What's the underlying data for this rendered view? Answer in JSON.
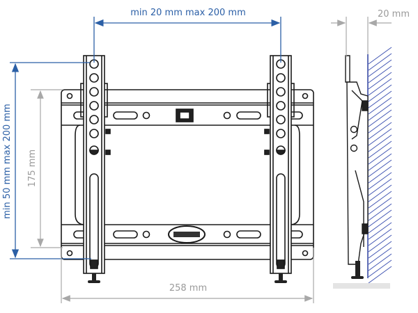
{
  "dimensions": {
    "horizontal_vesa": "min 20 mm max 200 mm",
    "vertical_vesa": "min 50 mm max 200 mm",
    "plate_height": "175 mm",
    "plate_width": "258 mm",
    "wall_distance": "20 mm"
  },
  "colors": {
    "dimension_blue": "#2b5fa6",
    "dimension_gray": "#a8a8a8",
    "line_art": "#1a1a1a",
    "wall_hatch": "#3a4fb0"
  }
}
